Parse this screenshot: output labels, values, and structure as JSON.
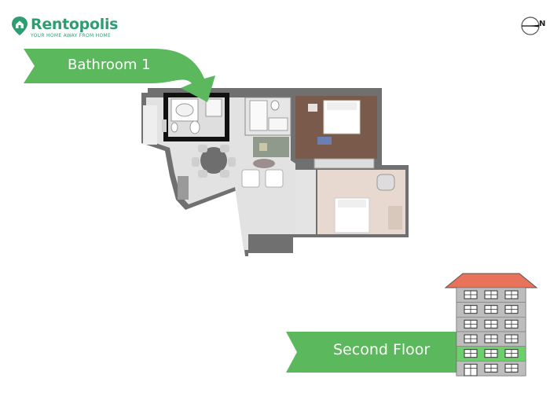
{
  "brand": {
    "name": "Rentopolis",
    "tagline": "YOUR HOME AWAY FROM HOME",
    "color": "#2e9e72"
  },
  "compass": {
    "letter": "N"
  },
  "banners": {
    "room_label": "Bathroom 1",
    "floor_label": "Second Floor",
    "color": "#5cb85c"
  },
  "building": {
    "roof_color": "#e8735a",
    "body_color": "#bdbdbd",
    "highlight_color": "#6ccf6c",
    "floors": 6,
    "highlighted_floor": 2
  }
}
